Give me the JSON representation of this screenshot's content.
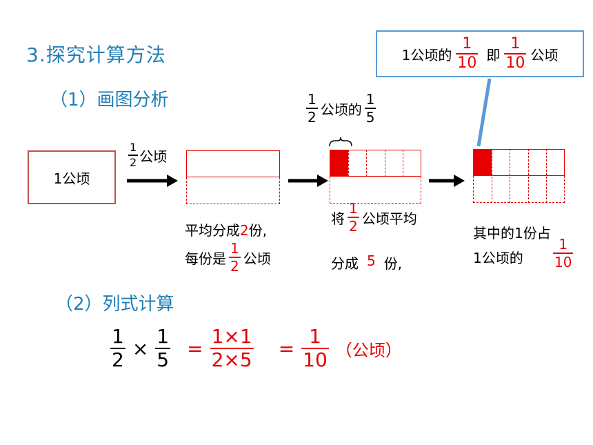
{
  "section_title": "3.探究计算方法",
  "sub1_title": "（1）画图分析",
  "sub2_title": "（2）列式计算",
  "box_label": "1公顷",
  "arrow1_frac": {
    "num": "1",
    "den": "2"
  },
  "arrow1_unit": "公顷",
  "callout": {
    "prefix": "1公顷的",
    "frac1": {
      "num": "1",
      "den": "10"
    },
    "mid": "即",
    "frac2": {
      "num": "1",
      "den": "10"
    },
    "suffix": "公顷"
  },
  "brace_label": {
    "frac1": {
      "num": "1",
      "den": "2"
    },
    "text": "公顷的",
    "frac2": {
      "num": "1",
      "den": "5"
    }
  },
  "caption1": {
    "line1_a": "平均分成",
    "line1_num": "2",
    "line1_b": "份,",
    "line2_a": "每份是",
    "frac": {
      "num": "1",
      "den": "2"
    },
    "line2_b": "公顷"
  },
  "caption2": {
    "line1_a": "将",
    "frac": {
      "num": "1",
      "den": "2"
    },
    "line1_b": "公顷平均",
    "line2_a": "分成",
    "line2_num": "5",
    "line2_b": "份,"
  },
  "caption3": {
    "line1": "其中的1份占",
    "line2": "1公顷的",
    "frac": {
      "num": "1",
      "den": "10"
    }
  },
  "equation": {
    "f1": {
      "num": "1",
      "den": "2"
    },
    "times": "×",
    "f2": {
      "num": "1",
      "den": "5"
    },
    "eq1": "=",
    "f3": {
      "num": "1×1",
      "den": "2×5"
    },
    "eq2": "=",
    "f4": {
      "num": "1",
      "den": "10"
    },
    "unit": "（公顷）"
  },
  "colors": {
    "heading": "#1F7FB8",
    "accent": "#E60000",
    "callout_border": "#5B9BD5"
  }
}
